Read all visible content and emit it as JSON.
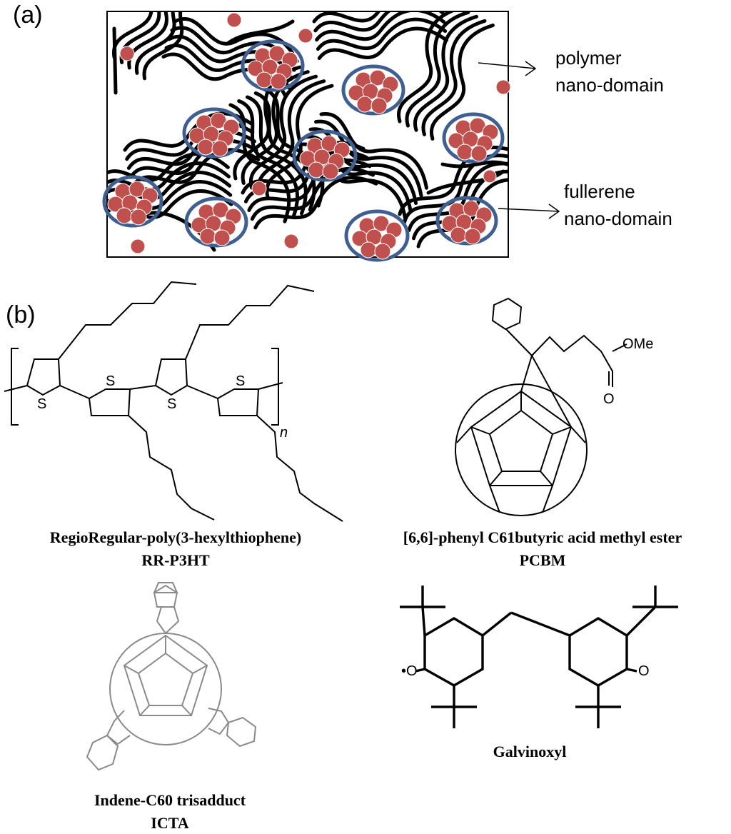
{
  "panel_a": {
    "label": "(a)",
    "polymer_label_line1": "polymer",
    "polymer_label_line2": "nano-domain",
    "fullerene_label_line1": "fullerene",
    "fullerene_label_line2": "nano-domain",
    "fullerene_color": "#c0504d",
    "domain_outline_color": "#3f5f91"
  },
  "panel_b": {
    "label": "(b)",
    "p3ht": {
      "name": "RegioRegular-poly(3-hexylthiophene)",
      "abbr": "RR-P3HT",
      "atom_s": "S",
      "repeat": "n"
    },
    "pcbm": {
      "name": "[6,6]-phenyl C61butyric acid methyl ester",
      "abbr": "PCBM",
      "atom_ome": "OMe",
      "atom_o": "O"
    },
    "icta": {
      "name": "Indene-C60 trisadduct",
      "abbr": "ICTA"
    },
    "galvinoxyl": {
      "name": "Galvinoxyl",
      "atom_radical_o": "•O",
      "atom_o": "O"
    }
  }
}
